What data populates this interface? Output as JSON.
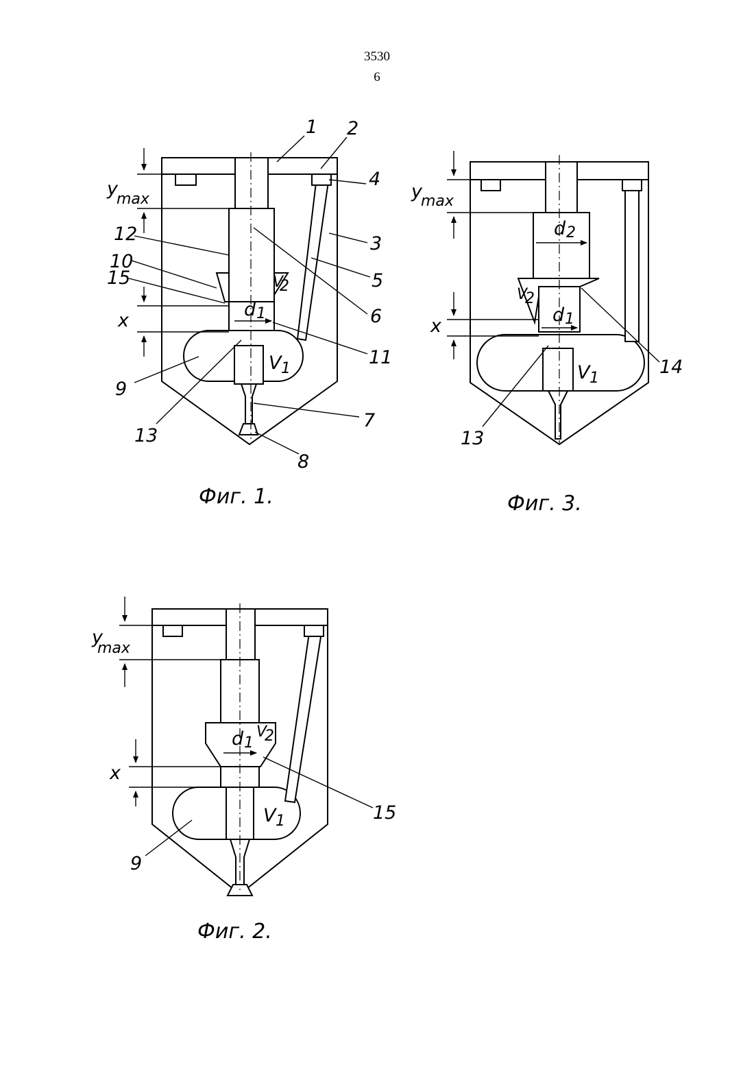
{
  "header": {
    "doc_number": "3530",
    "page_number": "6"
  },
  "fig1": {
    "caption": "Фиг. 1.",
    "labels": {
      "n1": "1",
      "n2": "2",
      "n3": "3",
      "n4": "4",
      "n5": "5",
      "n6": "6",
      "n7": "7",
      "n8": "8",
      "n9": "9",
      "n10": "10",
      "n11": "11",
      "n12": "12",
      "n13": "13",
      "n15": "15"
    },
    "symbols": {
      "ymax": "y",
      "ymax_sub": "max",
      "x": "x",
      "d1": "d",
      "d1_sub": "1",
      "V1": "V",
      "V1_sub": "1",
      "V2": "V",
      "V2_sub": "2"
    }
  },
  "fig2": {
    "caption": "Фиг. 2.",
    "labels": {
      "n9": "9",
      "n15": "15"
    },
    "symbols": {
      "ymax": "y",
      "ymax_sub": "max",
      "x": "x",
      "d1": "d",
      "d1_sub": "1",
      "V1": "V",
      "V1_sub": "1",
      "V2": "V",
      "V2_sub": "2"
    }
  },
  "fig3": {
    "caption": "Фиг. 3.",
    "labels": {
      "n13": "13",
      "n14": "14"
    },
    "symbols": {
      "ymax": "y",
      "ymax_sub": "max",
      "x": "x",
      "d1": "d",
      "d1_sub": "1",
      "d2": "d",
      "d2_sub": "2",
      "V1": "V",
      "V1_sub": "1",
      "V2": "V",
      "V2_sub": "2"
    }
  }
}
